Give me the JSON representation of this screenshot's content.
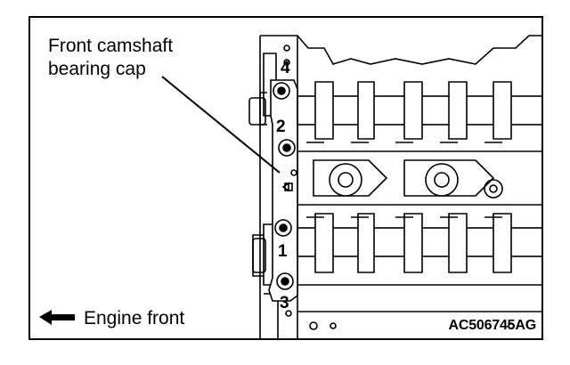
{
  "callout": {
    "line1": "Front camshaft",
    "line2": "bearing cap"
  },
  "direction": {
    "label": "Engine front",
    "arrow_icon": "left-arrow-icon"
  },
  "bolt_numbers": [
    "4",
    "2",
    "1",
    "3"
  ],
  "figure_id": "AC506745AG"
}
